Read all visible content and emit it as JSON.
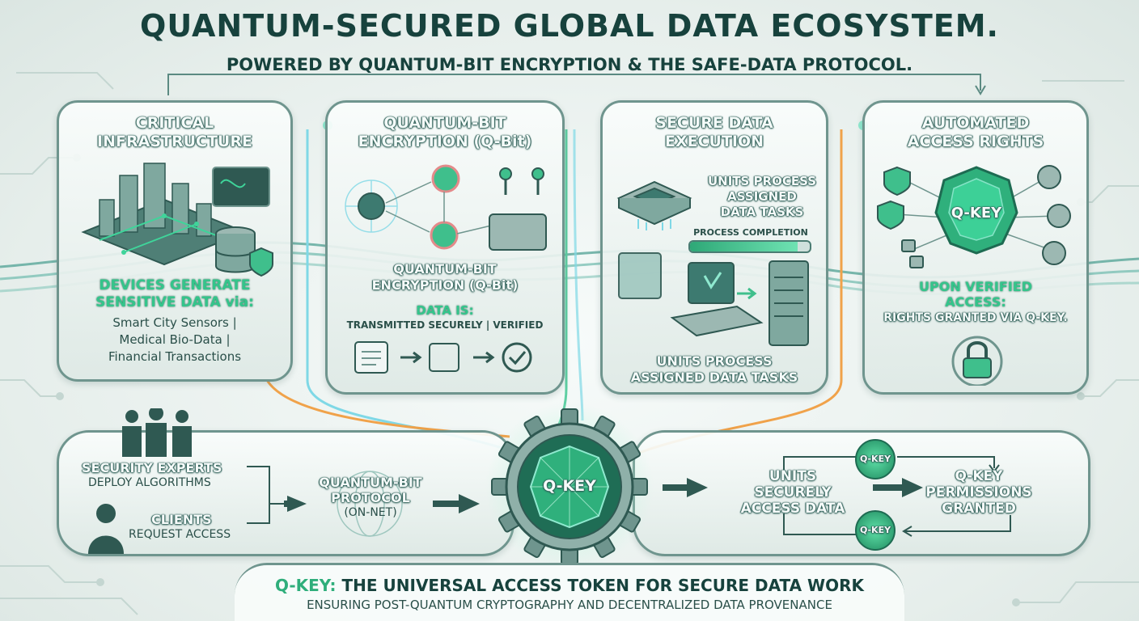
{
  "header": {
    "title": "QUANTUM-SECURED GLOBAL DATA ECOSYSTEM.",
    "subtitle": "POWERED BY QUANTUM-BIT ENCRYPTION & THE SAFE-DATA PROTOCOL."
  },
  "panels": {
    "critical": {
      "title_line1": "CRITICAL",
      "title_line2": "INFRASTRUCTURE",
      "green_line1": "DEVICES GENERATE",
      "green_line2": "SENSITIVE DATA via:",
      "list_line1": "Smart City Sensors |",
      "list_line2": "Medical Bio-Data |",
      "list_line3": "Financial Transactions"
    },
    "encryption": {
      "title_line1": "QUANTUM-BIT",
      "title_line2": "ENCRYPTION (Q-Bit)",
      "mid_line1": "QUANTUM-BIT",
      "mid_line2": "ENCRYPTION (Q-Bit)",
      "green_label": "DATA IS:",
      "status": "TRANSMITTED SECURELY | VERIFIED"
    },
    "execution": {
      "title_line1": "SECURE DATA",
      "title_line2": "EXECUTION",
      "top_line1": "UNITS PROCESS",
      "top_line2": "ASSIGNED",
      "top_line3": "DATA TASKS",
      "progress_label": "PROCESS COMPLETION",
      "progress_value": 0.9,
      "bottom_line1": "UNITS PROCESS",
      "bottom_line2": "ASSIGNED DATA TASKS"
    },
    "access": {
      "title_line1": "AUTOMATED",
      "title_line2": "ACCESS RIGHTS",
      "gem_label": "Q-KEY",
      "green_line1": "UPON VERIFIED",
      "green_line2": "ACCESS:",
      "rights": "RIGHTS GRANTED VIA Q-KEY."
    }
  },
  "flow": {
    "experts_title": "SECURITY EXPERTS",
    "experts_sub": "DEPLOY ALGORITHMS",
    "clients_title": "CLIENTS",
    "clients_sub": "REQUEST ACCESS",
    "protocol_line1": "QUANTUM-BIT",
    "protocol_line2": "PROTOCOL",
    "protocol_line3": "(ON-NET)",
    "center_key": "Q-KEY",
    "units_line1": "UNITS",
    "units_line2": "SECURELY",
    "units_line3": "ACCESS DATA",
    "small_key_top": "Q-KEY",
    "small_key_bottom": "Q-KEY",
    "perm_line1": "Q-KEY",
    "perm_line2": "PERMISSIONS",
    "perm_line3": "GRANTED"
  },
  "footer": {
    "main_prefix": "Q-KEY:",
    "main_rest": "THE UNIVERSAL ACCESS TOKEN FOR SECURE DATA WORK",
    "sub": "ENSURING POST-QUANTUM CRYPTOGRAPHY AND DECENTRALIZED DATA PROVENANCE"
  },
  "colors": {
    "accent_green": "#34c58b",
    "panel_border": "#6f958e",
    "dark_teal": "#17423d",
    "orange_line": "#f0a24a",
    "cyan_line": "#7fd8e6"
  }
}
